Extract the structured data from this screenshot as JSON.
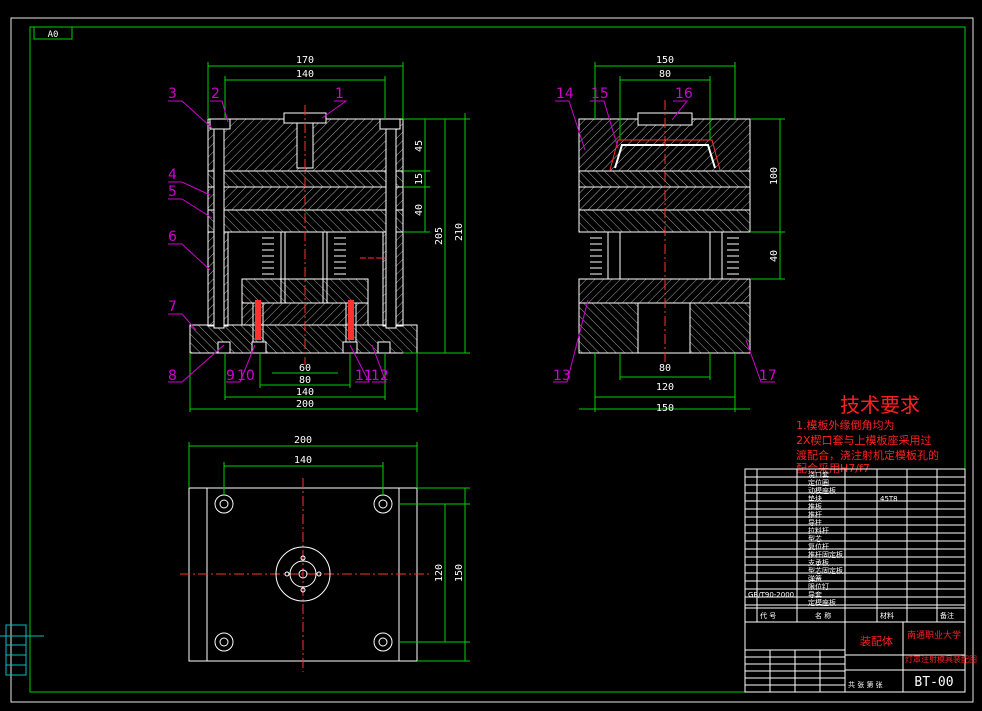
{
  "sheet": {
    "size_label": "A0",
    "drawing_number": "BT-00"
  },
  "front_view": {
    "dims_top": [
      "170",
      "140"
    ],
    "dims_right": [
      "45",
      "15",
      "40",
      "205",
      "210"
    ],
    "dims_bottom": [
      "60",
      "80",
      "140",
      "200"
    ],
    "balloons": [
      "3",
      "2",
      "1",
      "4",
      "5",
      "6",
      "7",
      "8",
      "9",
      "10",
      "11",
      "12"
    ]
  },
  "side_view": {
    "dims_top": [
      "150",
      "80"
    ],
    "dims_right": [
      "100",
      "40"
    ],
    "dims_bottom": [
      "80",
      "120",
      "150"
    ],
    "balloons": [
      "14",
      "15",
      "16",
      "13",
      "17"
    ]
  },
  "plan_view": {
    "dims_top": [
      "200",
      "140"
    ],
    "dims_right": [
      "120",
      "150"
    ]
  },
  "tech_req": {
    "title": "技术要求",
    "lines": [
      "1.模板外缘倒角均为",
      "2X楔口套与上模板座采用过",
      "渡配合，浇注射机定模板孔的",
      "配合采用H7/f7"
    ]
  },
  "title_block": {
    "parts": [
      "垫块",
      "推板",
      "推杆",
      "导柱",
      "拉料杆",
      "型芯",
      "复位杆",
      "推杆固定板",
      "支承板",
      "型芯固定板",
      "弹簧",
      "限位钉",
      "导套",
      "定模座板",
      "浇口套",
      "定位圈",
      "动模座板"
    ],
    "material_note": "45T8",
    "standard_ref": "GB/T90-2000",
    "hdr_code": "代 号",
    "hdr_name": "名 称",
    "hdr_material": "材料",
    "hdr_remark": "备注",
    "assembly_label": "装配体",
    "school": "南通职业大学",
    "drawing_title": "灯罩注射模具装配图",
    "sheet_info": "共  张  第  张"
  }
}
